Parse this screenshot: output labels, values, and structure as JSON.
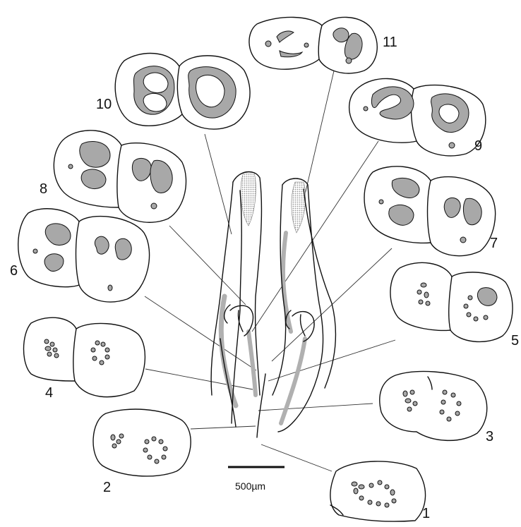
{
  "figure": {
    "scale_bar": {
      "label": "500µm"
    },
    "sections": [
      {
        "label": "1"
      },
      {
        "label": "2"
      },
      {
        "label": "3"
      },
      {
        "label": "4"
      },
      {
        "label": "5"
      },
      {
        "label": "6"
      },
      {
        "label": "7"
      },
      {
        "label": "8"
      },
      {
        "label": "9"
      },
      {
        "label": "10"
      },
      {
        "label": "11"
      }
    ]
  },
  "colors": {
    "tissue": "#a8a8a8",
    "ink": "#111111",
    "background": "#ffffff",
    "stipple": "#bdbdbd"
  }
}
